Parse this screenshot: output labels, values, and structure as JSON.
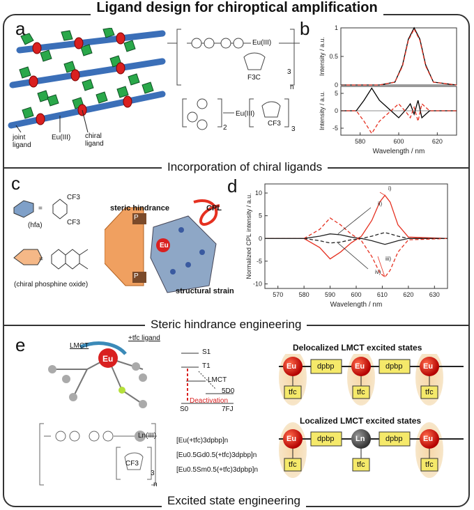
{
  "title": "Ligand design for chiroptical amplification",
  "sections": {
    "s1": "Incorporation of chiral ligands",
    "s2": "Steric hindrance engineering",
    "s3": "Excited state engineering"
  },
  "panel_labels": {
    "a": "a",
    "b": "b",
    "c": "c",
    "d": "d",
    "e": "e"
  },
  "panel_a": {
    "joint": "joint",
    "ligand1": "ligand",
    "eu": "Eu(III)",
    "chiral": "chiral",
    "ligand2": "ligand",
    "formula_eu": "Eu(III)",
    "f3c": "F3C",
    "n": "n",
    "three": "3",
    "two": "2",
    "cf3": "CF3"
  },
  "panel_b": {
    "ylabel_top": "Intensity / a.u.",
    "ylabel_bottom": "Intensity / a.u.",
    "xlabel": "Wavelength / nm",
    "yticks_top": [
      "1",
      "0.5",
      "0"
    ],
    "yticks_bottom": [
      "5",
      "0",
      "-5"
    ],
    "xticks": [
      "580",
      "600",
      "620"
    ]
  },
  "panel_c": {
    "hfa_label": "(hfa)",
    "phos_label": "(chiral phosphine oxide)",
    "steric": "steric hindrance",
    "cpl": "CPL",
    "strain": "structural strain",
    "eu": "Eu",
    "p": "P",
    "cf3a": "CF3",
    "cf3b": "CF3",
    "eq": "="
  },
  "panel_d": {
    "ylabel": "Normalized CPL intensity / a.u.",
    "xlabel": "Wavelength / nm",
    "yticks": [
      "10",
      "5",
      "0",
      "-5",
      "-10"
    ],
    "xticks": [
      "570",
      "580",
      "590",
      "600",
      "610",
      "620",
      "630"
    ],
    "labels": [
      "i)",
      "ii)",
      "iii)",
      "iv)"
    ]
  },
  "panel_e": {
    "lmct": "LMCT",
    "tfc": "+tfc ligand",
    "s1": "S1",
    "t1": "T1",
    "lmct2": "LMCT",
    "d0": "5D0",
    "deact": "Deactivation",
    "s0": "S0",
    "fj": "7FJ",
    "eu": "Eu",
    "ln": "Ln(III)",
    "cf3": "CF3",
    "n": "n",
    "three": "3",
    "formulas": [
      "[Eu(+tfc)3dpbp]n",
      "[Eu0.5Gd0.5(+tfc)3dpbp]n",
      "[Eu0.5Sm0.5(+tfc)3dpbp]n"
    ],
    "deloc_title": "Delocalized LMCT excited states",
    "loc_title": "Localized LMCT excited states",
    "node_eu": "Eu",
    "node_ln": "Ln",
    "node_tfc": "tfc",
    "node_dpbp": "dpbp"
  },
  "chart_data": [
    {
      "type": "line",
      "panel": "b-top",
      "xlabel": "Wavelength / nm",
      "ylabel": "Intensity / a.u.",
      "xlim": [
        570,
        630
      ],
      "ylim": [
        0,
        1
      ],
      "series": [
        {
          "color": "#000000",
          "x": [
            570,
            590,
            598,
            602,
            605,
            608,
            611,
            614,
            618,
            630
          ],
          "y": [
            0,
            0,
            0.05,
            0.35,
            0.8,
            1.0,
            0.8,
            0.35,
            0.05,
            0
          ]
        },
        {
          "color": "#e53020",
          "x": [
            570,
            590,
            598,
            602,
            605,
            608,
            611,
            614,
            618,
            630
          ],
          "y": [
            0,
            0,
            0.05,
            0.33,
            0.78,
            0.98,
            0.78,
            0.33,
            0.05,
            0
          ]
        }
      ]
    },
    {
      "type": "line",
      "panel": "b-bottom",
      "xlabel": "Wavelength / nm",
      "ylabel": "Intensity / a.u.",
      "xlim": [
        570,
        630
      ],
      "ylim": [
        -7,
        7
      ],
      "series": [
        {
          "color": "#000000",
          "x": [
            570,
            578,
            582,
            586,
            590,
            596,
            600,
            604,
            606,
            608,
            610,
            612,
            616,
            630
          ],
          "y": [
            0,
            0,
            3,
            6.5,
            3,
            0,
            -2,
            0.5,
            2,
            -1,
            3,
            -2,
            0,
            0
          ]
        },
        {
          "color": "#e53020",
          "x": [
            570,
            578,
            582,
            586,
            590,
            596,
            600,
            604,
            606,
            608,
            610,
            612,
            616,
            630
          ],
          "y": [
            0,
            0,
            -3,
            -6.5,
            -3,
            0,
            2,
            -0.5,
            -2,
            1,
            -3,
            2,
            0,
            0
          ]
        }
      ]
    },
    {
      "type": "line",
      "panel": "d",
      "xlabel": "Wavelength / nm",
      "ylabel": "Normalized CPL intensity / a.u.",
      "xlim": [
        565,
        635
      ],
      "ylim": [
        -11,
        12
      ],
      "series": [
        {
          "name": "i)",
          "color": "#e53020",
          "dash": false,
          "x": [
            565,
            580,
            586,
            590,
            594,
            598,
            602,
            606,
            609,
            611,
            613,
            616,
            620,
            635
          ],
          "y": [
            0,
            0,
            -2,
            -4.5,
            -3,
            -1,
            0.5,
            4,
            8,
            9.5,
            8,
            3,
            0.3,
            0
          ]
        },
        {
          "name": "ii)",
          "color": "#222222",
          "dash": false,
          "x": [
            565,
            580,
            586,
            590,
            594,
            598,
            602,
            606,
            609,
            611,
            613,
            616,
            620,
            635
          ],
          "y": [
            0,
            0,
            0.5,
            1,
            0.8,
            0.3,
            0,
            -0.5,
            -1,
            -1.3,
            -1,
            -0.5,
            0,
            0
          ]
        },
        {
          "name": "iii)",
          "color": "#e53020",
          "dash": true,
          "x": [
            565,
            580,
            586,
            590,
            594,
            598,
            602,
            606,
            609,
            611,
            613,
            616,
            620,
            635
          ],
          "y": [
            0,
            0,
            2,
            4.5,
            3,
            1,
            -0.5,
            -4,
            -7.5,
            -8.5,
            -7,
            -3,
            -0.3,
            0
          ]
        },
        {
          "name": "iv)",
          "color": "#222222",
          "dash": true,
          "x": [
            565,
            580,
            586,
            590,
            594,
            598,
            602,
            606,
            609,
            611,
            613,
            616,
            620,
            635
          ],
          "y": [
            0,
            0,
            -0.5,
            -1,
            -0.8,
            -0.3,
            0,
            0.5,
            1,
            1.3,
            1,
            0.5,
            0,
            0
          ]
        }
      ]
    }
  ]
}
